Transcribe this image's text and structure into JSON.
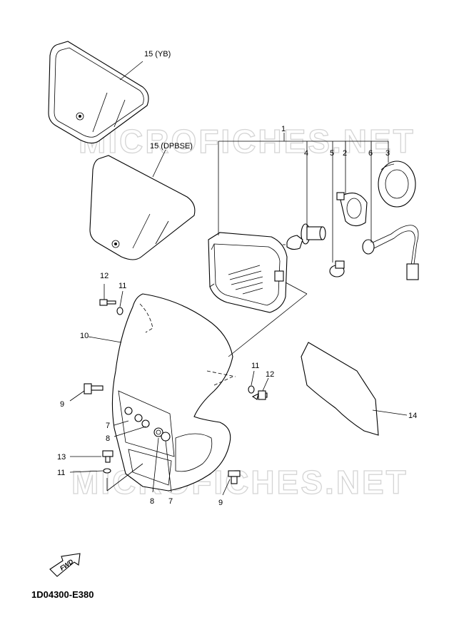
{
  "watermark": "MICROFICHES.NET",
  "diagram_code": "1D04300-E380",
  "fwd_label": "FWD",
  "labels": {
    "p15_yb": "15 (YB)",
    "p15_dpbse": "15 (DPBSE)",
    "p1": "1",
    "p4": "4",
    "p5": "5",
    "p2": "2",
    "p6": "6",
    "p3": "3",
    "p12_left": "12",
    "p11_left": "11",
    "p10": "10",
    "p9_left": "9",
    "p7_left": "7",
    "p8_left": "8",
    "p13": "13",
    "p11_lower": "11",
    "p8_bottom": "8",
    "p7_bottom": "7",
    "p9_bottom": "9",
    "p11_right": "11",
    "p12_right": "12",
    "p14": "14"
  }
}
